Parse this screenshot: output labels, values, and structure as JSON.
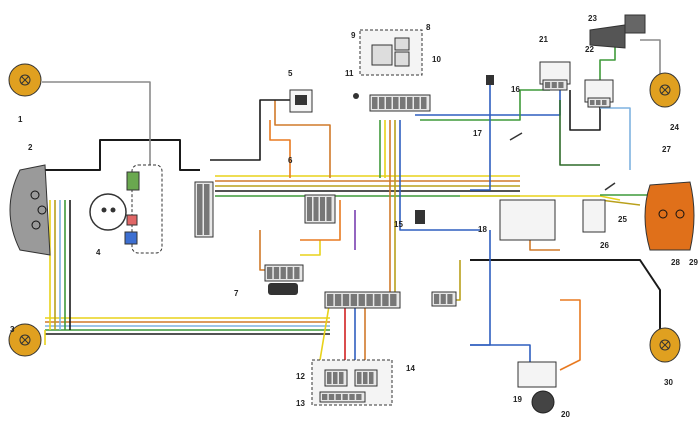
{
  "diagram": {
    "callouts": [
      {
        "id": "1",
        "label": "1"
      },
      {
        "id": "2",
        "label": "2"
      },
      {
        "id": "3",
        "label": "3"
      },
      {
        "id": "4",
        "label": "4"
      },
      {
        "id": "5",
        "label": "5"
      },
      {
        "id": "6",
        "label": "6"
      },
      {
        "id": "7",
        "label": "7"
      },
      {
        "id": "8",
        "label": "8"
      },
      {
        "id": "9",
        "label": "9"
      },
      {
        "id": "10",
        "label": "10"
      },
      {
        "id": "11",
        "label": "11"
      },
      {
        "id": "12",
        "label": "12"
      },
      {
        "id": "13",
        "label": "13"
      },
      {
        "id": "14",
        "label": "14"
      },
      {
        "id": "15",
        "label": "15"
      },
      {
        "id": "16",
        "label": "16"
      },
      {
        "id": "17",
        "label": "17"
      },
      {
        "id": "18",
        "label": "18"
      },
      {
        "id": "19",
        "label": "19"
      },
      {
        "id": "20",
        "label": "20"
      },
      {
        "id": "21",
        "label": "21"
      },
      {
        "id": "22",
        "label": "22"
      },
      {
        "id": "23",
        "label": "23"
      },
      {
        "id": "24",
        "label": "24"
      },
      {
        "id": "25",
        "label": "25"
      },
      {
        "id": "26",
        "label": "26"
      },
      {
        "id": "27",
        "label": "27"
      },
      {
        "id": "28",
        "label": "28"
      },
      {
        "id": "29",
        "label": "29"
      },
      {
        "id": "30",
        "label": "30"
      }
    ],
    "wire_colors": {
      "black": "#1a1a1a",
      "yellow": "#e8d21a",
      "olive": "#b9a01c",
      "brown": "#d07a2a",
      "orange": "#e87a20",
      "green": "#3f9a3a",
      "blue": "#2f5fbf",
      "lightblue": "#7fb2e0",
      "red": "#d02020",
      "grey": "#8a8a8a",
      "violet": "#7a3fb0",
      "darkgreen": "#2f6b2a"
    },
    "component_colors": {
      "lamp_body": "#e0a020",
      "lamp_dark": "#4a4a4a",
      "tail_lamp": "#e0701a",
      "connector": "#e8e8e8",
      "box_fill": "#f4f4f4",
      "switch_green": "#6aa84f",
      "switch_red": "#e06666",
      "switch_blue": "#3d6fd1"
    }
  }
}
